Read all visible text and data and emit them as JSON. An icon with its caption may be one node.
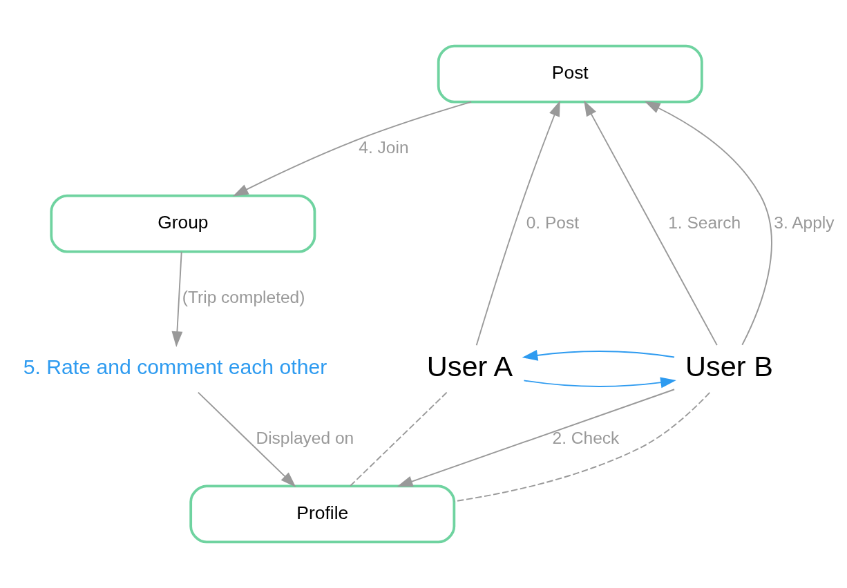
{
  "diagram": {
    "nodes": [
      {
        "text": [
          "Post"
        ]
      },
      {
        "text": [
          "Group"
        ]
      },
      {
        "text": [
          "5. Rate and comment each other"
        ]
      },
      {
        "text": [
          "User A"
        ]
      },
      {
        "text": [
          "User B"
        ]
      },
      {
        "text": [
          "Profile"
        ]
      }
    ],
    "edges": [
      {
        "from": 3,
        "to": 0,
        "arrow": "to",
        "label": "0. Post"
      },
      {
        "from": 4,
        "to": 0,
        "arrow": "to",
        "label": "1. Search"
      },
      {
        "from": 4,
        "to": 5,
        "arrow": "to",
        "label": "2. Check"
      },
      {
        "from": 4,
        "to": 0,
        "arrow": "to",
        "label": "3. Apply"
      },
      {
        "from": 0,
        "to": 1,
        "arrow": "to",
        "label": "4. Join"
      },
      {
        "from": 1,
        "to": 2,
        "arrow": "to",
        "label": "(Trip completed)"
      },
      {
        "from": 3,
        "to": 4,
        "arrow": "to",
        "color": "#2e9bf0"
      },
      {
        "from": 4,
        "to": 3,
        "arrow": "to",
        "color": "#2e9bf0"
      },
      {
        "from": 2,
        "to": 5,
        "arrow": "to",
        "label": "Displayed on"
      },
      {
        "from": 3,
        "to": 5,
        "arrow": "none",
        "style": "dashed"
      },
      {
        "from": 4,
        "to": 5,
        "arrow": "none",
        "style": "dashed"
      }
    ]
  }
}
